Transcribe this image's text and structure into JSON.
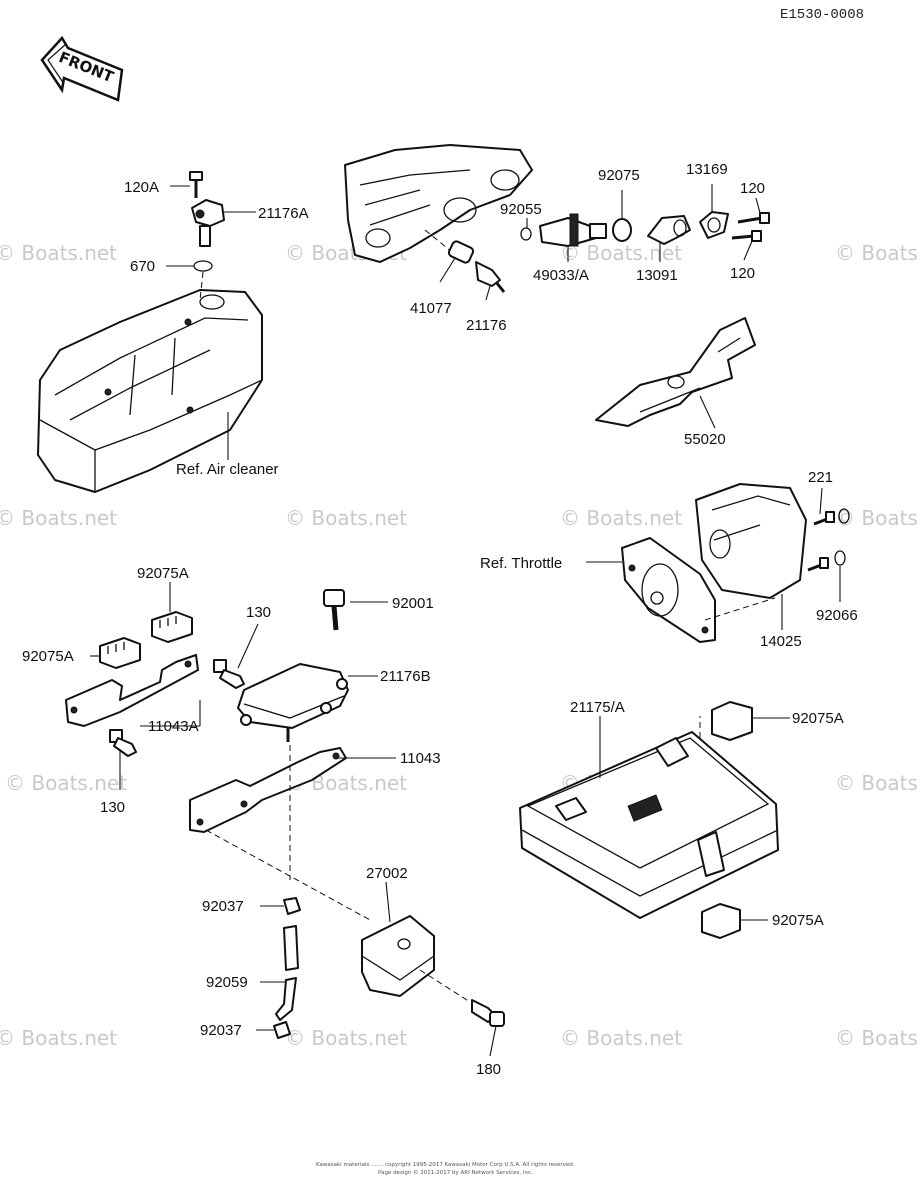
{
  "diagram_code": "E1530-0008",
  "front_arrow_label": "FRONT",
  "watermark": "© Boats.net",
  "footer_lines": [
    "Kawasaki materials ....... copyright 1995-2017 Kawasaki Motor Corp U.S.A. All rights reserved.",
    "Page design © 2011-2017 by ARI Network Services, Inc."
  ],
  "parts": {
    "p120A": "120A",
    "p21176A": "21176A",
    "p670": "670",
    "p41077": "41077",
    "p21176": "21176",
    "p92055": "92055",
    "p49033A": "49033/A",
    "p92075": "92075",
    "p13091": "13091",
    "p13169": "13169",
    "p120_top": "120",
    "p120_bottom": "120",
    "p55020": "55020",
    "p221": "221",
    "p92066": "92066",
    "p14025": "14025",
    "p92075A_left_top": "92075A",
    "p92075A_left": "92075A",
    "p11043A": "11043A",
    "p130_top": "130",
    "p130_bottom": "130",
    "p92001": "92001",
    "p21176B": "21176B",
    "p11043": "11043",
    "p27002": "27002",
    "p92037_top": "92037",
    "p92059": "92059",
    "p92037_bottom": "92037",
    "p180": "180",
    "p21175A": "21175/A",
    "p92075A_right_top": "92075A",
    "p92075A_right_bottom": "92075A"
  },
  "refs": {
    "air_cleaner": "Ref. Air cleaner",
    "throttle": "Ref. Throttle"
  }
}
